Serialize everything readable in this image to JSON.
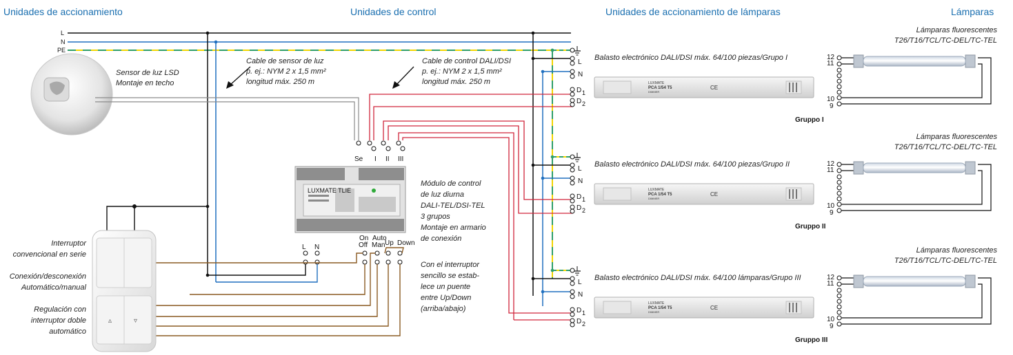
{
  "headers": {
    "accionamiento": "Unidades de accionamiento",
    "control": "Unidades de control",
    "lamp_drive": "Unidades de accionamiento de lámparas",
    "lamps": "Lámparas"
  },
  "bus_labels": {
    "l": "L",
    "n": "N",
    "pe": "PE"
  },
  "sensor": {
    "line1": "Sensor de luz LSD",
    "line2": "Montaje en techo"
  },
  "sensor_cable": {
    "line1": "Cable de sensor de luz",
    "line2": "p. ej.: NYM 2 x 1,5 mm²",
    "line3": "longitud máx. 250 m"
  },
  "control_cable": {
    "line1": "Cable de control DALI/DSI",
    "line2": "p. ej.: NYM 2 x 1,5 mm²",
    "line3": "longitud máx. 250 m"
  },
  "switch_notes": {
    "a1": "Interruptor",
    "a2": "convencional en serie",
    "b1": "Conexión/desconexión",
    "b2": "Automático/manual",
    "c1": "Regulación con",
    "c2": "interruptor doble",
    "c3": "automático"
  },
  "module": {
    "d1": "Módulo de control",
    "d2": "de luz diurna",
    "d3": "DALI-TEL/DSI-TEL",
    "d4": "3 grupos",
    "d5": "Montaje en armario",
    "d6": "de conexión",
    "brand": "LUXMATE TLIE"
  },
  "bridge_note": {
    "l1": "Con el interruptor",
    "l2": "sencillo se estab-",
    "l3": "lece un puente",
    "l4": "entre Up/Down",
    "l5": "(arriba/abajo)"
  },
  "top_terminals": {
    "se": "Se",
    "i": "I",
    "ii": "II",
    "iii": "III"
  },
  "bottom_terminals": {
    "l": "L",
    "n": "N",
    "on": "On",
    "off": "Off",
    "auto": "Auto",
    "man": "Man",
    "up": "Up",
    "down": "Down"
  },
  "ballast_terms": {
    "l": "L",
    "n": "N",
    "d": "D",
    "sub1": "1",
    "sub2": "2"
  },
  "ballast_brand": {
    "b1": "LUXMATE",
    "b2": "PCA 1/54 T5",
    "b3": "DIMMER"
  },
  "groups": [
    {
      "ballast_label": "Balasto electrónico DALI/DSI máx. 64/100 piezas/Grupo I",
      "lamp_l1": "",
      "lamp_l2": "",
      "group_label": "Gruppo I"
    },
    {
      "ballast_label": "Balasto electrónico DALI/DSI máx. 64/100 piezas/Grupo II",
      "lamp_l1": "Lámparas fluorescentes",
      "lamp_l2": "T26/T16/TCL/TC-DEL/TC-TEL",
      "group_label": "Gruppo II"
    },
    {
      "ballast_label": "Balasto electrónico DALI/DSI máx. 64/100 lámparas/Grupo III",
      "lamp_l1": "Lámparas fluorescentes",
      "lamp_l2": "T26/T16/TCL/TC-DEL/TC-TEL",
      "group_label": "Gruppo III"
    }
  ],
  "lamp_top": {
    "l1": "Lámparas fluorescentes",
    "l2": "T26/T16/TCL/TC-DEL/TC-TEL"
  },
  "lamp_terminals": {
    "t12": "12",
    "t11": "11",
    "t10": "10",
    "t9": "9"
  },
  "colors": {
    "l": "#111111",
    "n": "#1f6fbf",
    "pe_green": "#2e9e6a",
    "pe_yellow": "#f2d400",
    "control": "#d0243a",
    "switch": "#8a5a22",
    "header": "#1a6fb0"
  }
}
